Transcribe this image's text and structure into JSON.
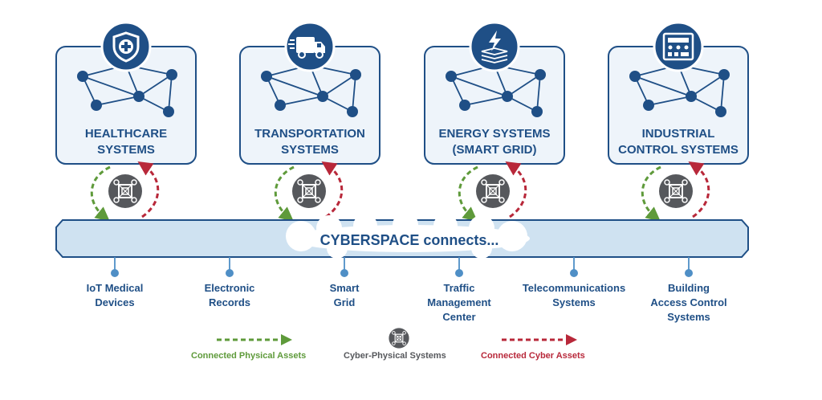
{
  "systems": [
    {
      "title_line1": "HEALTHCARE",
      "title_line2": "SYSTEMS",
      "icon": "health-shield-icon"
    },
    {
      "title_line1": "TRANSPORTATION",
      "title_line2": "SYSTEMS",
      "icon": "truck-icon"
    },
    {
      "title_line1": "ENERGY SYSTEMS",
      "title_line2": "(SMART GRID)",
      "icon": "power-icon"
    },
    {
      "title_line1": "INDUSTRIAL",
      "title_line2": "CONTROL SYSTEMS",
      "icon": "control-panel-icon"
    }
  ],
  "cyberspace_label": "CYBERSPACE connects...",
  "connections": [
    {
      "line1": "IoT Medical",
      "line2": "Devices",
      "line3": ""
    },
    {
      "line1": "Electronic",
      "line2": "Records",
      "line3": ""
    },
    {
      "line1": "Smart",
      "line2": "Grid",
      "line3": ""
    },
    {
      "line1": "Traffic",
      "line2": "Management",
      "line3": "Center"
    },
    {
      "line1": "Telecommunications",
      "line2": "Systems",
      "line3": ""
    },
    {
      "line1": "Building",
      "line2": "Access Control",
      "line3": "Systems"
    }
  ],
  "legend": {
    "physical": "Connected Physical Assets",
    "cps": "Cyber-Physical Systems",
    "cyber": "Connected Cyber Assets"
  },
  "colors": {
    "navy": "#1f4f86",
    "box_fill": "#eef4fa",
    "band_fill": "#cfe2f1",
    "green": "#5e9a3a",
    "red": "#b8283a",
    "cps_gray": "#56585c"
  }
}
